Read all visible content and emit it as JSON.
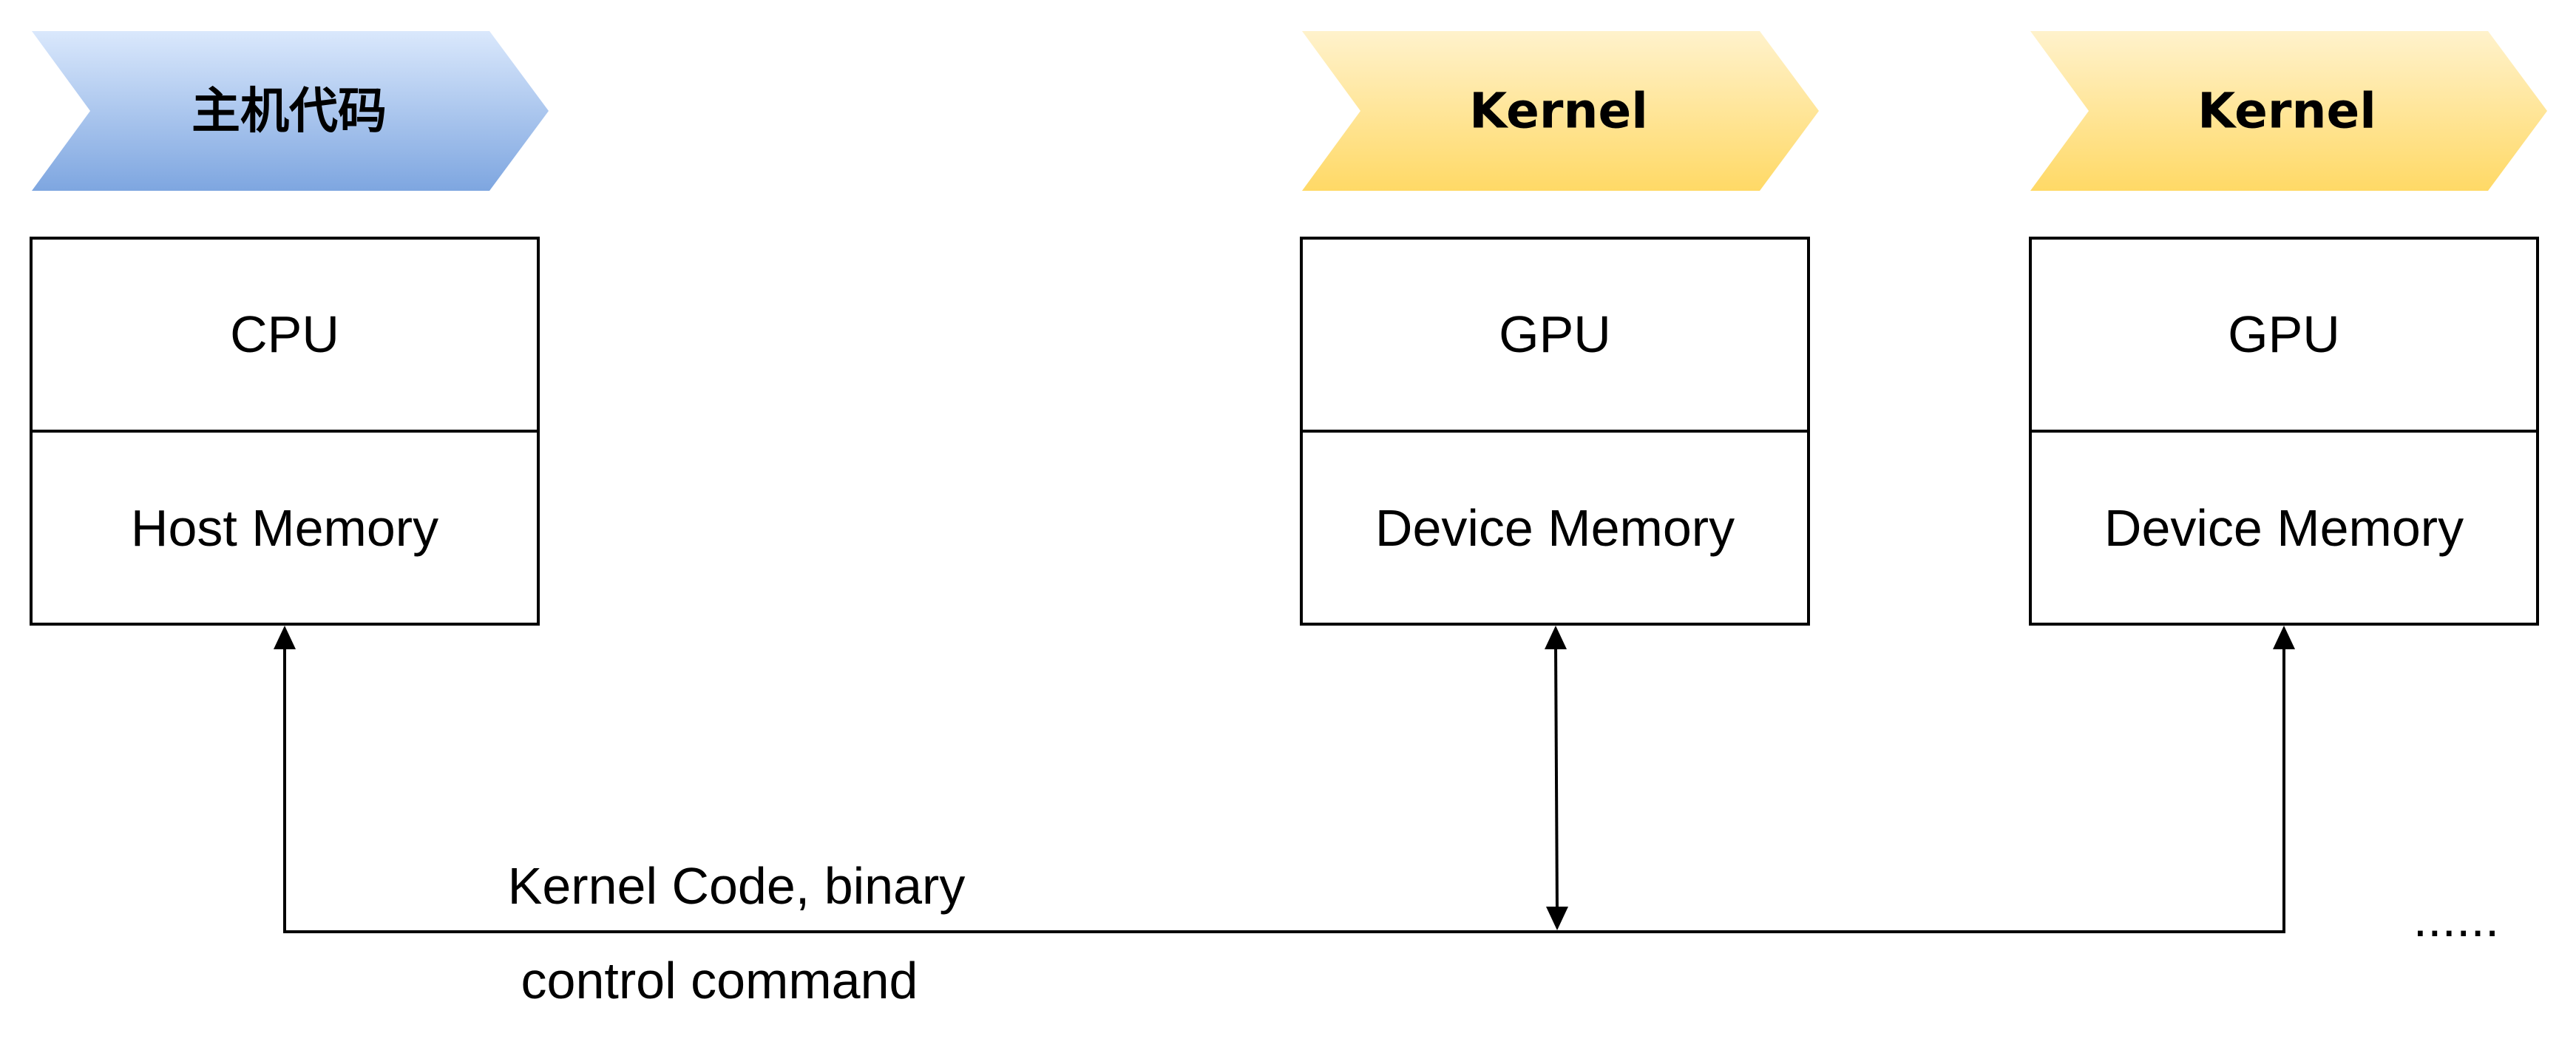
{
  "colors": {
    "host_banner_top": "#dae8fc",
    "host_banner_bottom": "#7ea6e0",
    "kernel_banner_top": "#fff2cc",
    "kernel_banner_bottom": "#ffd966",
    "line": "#000000"
  },
  "host": {
    "banner": "主机代码",
    "processor": "CPU",
    "memory": "Host Memory"
  },
  "devices": [
    {
      "banner": "Kernel",
      "processor": "GPU",
      "memory": "Device Memory"
    },
    {
      "banner": "Kernel",
      "processor": "GPU",
      "memory": "Device Memory"
    }
  ],
  "bus": {
    "label_top": "Kernel Code, binary",
    "label_bottom": "control command",
    "continuation": "......"
  }
}
